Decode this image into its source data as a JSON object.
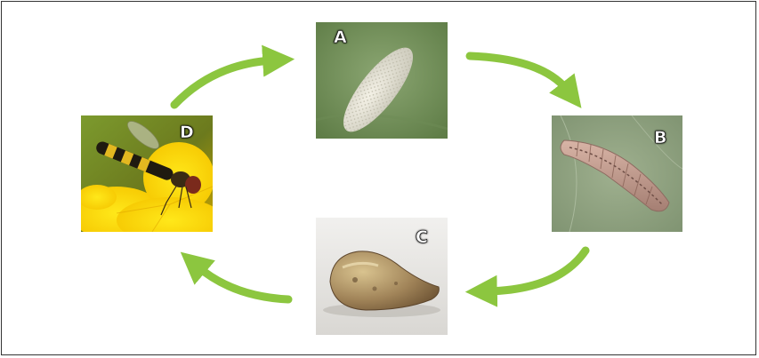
{
  "stages": [
    {
      "id": "A",
      "label": "A",
      "subject": "egg"
    },
    {
      "id": "B",
      "label": "B",
      "subject": "larva"
    },
    {
      "id": "C",
      "label": "C",
      "subject": "pupa"
    },
    {
      "id": "D",
      "label": "D",
      "subject": "adult hoverfly"
    }
  ],
  "colors": {
    "arrow": "#8cc63f",
    "border": "#333333",
    "label_fill": "#ffffff",
    "label_stroke": "#111111"
  }
}
